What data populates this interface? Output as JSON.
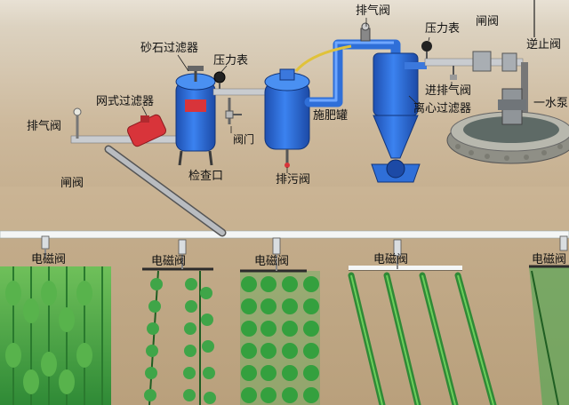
{
  "labels": {
    "air_release_top": "排气阀",
    "pressure_gauge_right": "压力表",
    "gate_valve_right": "闸阀",
    "check_valve": "逆止阀",
    "sand_filter": "砂石过滤器",
    "pressure_gauge_left": "压力表",
    "screen_filter": "网式过滤器",
    "air_release_left": "排气阀",
    "gate_valve_left": "闸阀",
    "inspection_port": "检查口",
    "valve_small": "阀门",
    "fertilizer_tank": "施肥罐",
    "drain_valve": "排污阀",
    "intake_exhaust_valve": "进排气阀",
    "centrifugal_filter": "离心过滤器",
    "water_pump": "一水泵",
    "solenoid_1": "电磁阀",
    "solenoid_2": "电磁阀",
    "solenoid_3": "电磁阀",
    "solenoid_4": "电磁阀",
    "solenoid_5": "电磁阀"
  },
  "colors": {
    "equipment_blue": "#2f6fd8",
    "pipe_white": "#f4f6f6",
    "crop_green": "#3aa84a",
    "valve_red": "#d8343a",
    "soil": "#c4ad8c"
  }
}
